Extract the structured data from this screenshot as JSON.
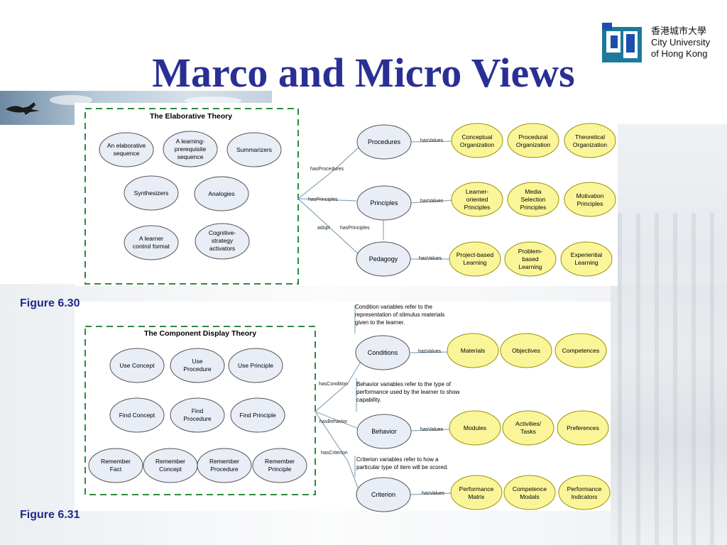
{
  "slide": {
    "title": "Marco and Micro Views"
  },
  "logo": {
    "line1": "香港城市大學",
    "line2": "City University",
    "line3": "of Hong Kong"
  },
  "figures": {
    "fig1": "Figure 6.30",
    "fig2": "Figure 6.31"
  },
  "diagram1": {
    "box_title": "The Elaborative Theory",
    "box_items": [
      "An elaborative sequence",
      "A learning-prerequisite sequence",
      "Summarizers",
      "Synthesizers",
      "Analogies",
      "A learner control format",
      "Cognitive-strategy activators"
    ],
    "nodes": [
      "Procedures",
      "Principles",
      "Pedagogy"
    ],
    "edge_labels": {
      "hasProcedures": "hasProcedures",
      "hasPrinciples": "hasPrinciples",
      "adopt": "adopt",
      "hasPrinciples2": "hasPrinciples",
      "hasValues": "hasValues"
    },
    "values": {
      "procedures": [
        "Conceptual Organization",
        "Procedural Organization",
        "Theoretical Organization"
      ],
      "principles": [
        "Learner-oriented Principles",
        "Media Selection Principles",
        "Motivation Principles"
      ],
      "pedagogy": [
        "Project-based Learning",
        "Problem-based Learning",
        "Experiential Learning"
      ]
    }
  },
  "diagram2": {
    "box_title": "The Component Display Theory",
    "box_items": [
      "Use Concept",
      "Use Procedure",
      "Use Principle",
      "Find Concept",
      "Find Procedure",
      "Find Principle",
      "Remember Fact",
      "Remember Concept",
      "Remember Procedure",
      "Remember Principle"
    ],
    "nodes": [
      "Conditions",
      "Behavior",
      "Criterion"
    ],
    "edge_labels": {
      "hasCondition": "hasCondition",
      "hasBehavior": "hasBehavior",
      "hasCriterion": "hasCriterion",
      "hasValues": "hasValues"
    },
    "notes": [
      "Condition variables refer to the representation of stimulus materials given to the learner.",
      "Behavior variables refer to the type of performance used by the learner to show capability.",
      "Criterion variables refer to how a particular type of item will be scored."
    ],
    "values": {
      "conditions": [
        "Materials",
        "Objectives",
        "Competences"
      ],
      "behavior": [
        "Modules",
        "Activities/ Tasks",
        "Preferences"
      ],
      "criterion": [
        "Performance Matrix",
        "Competence Modals",
        "Performance Indicators"
      ]
    }
  },
  "colors": {
    "title": "#2a2f94",
    "figure_label": "#1f2a8a",
    "node_fill": "#e8edf6",
    "value_fill": "#fbf59a",
    "value_stroke": "#b5a900",
    "dash_green": "#2e8b3a",
    "edge": "#8aa9bf"
  }
}
